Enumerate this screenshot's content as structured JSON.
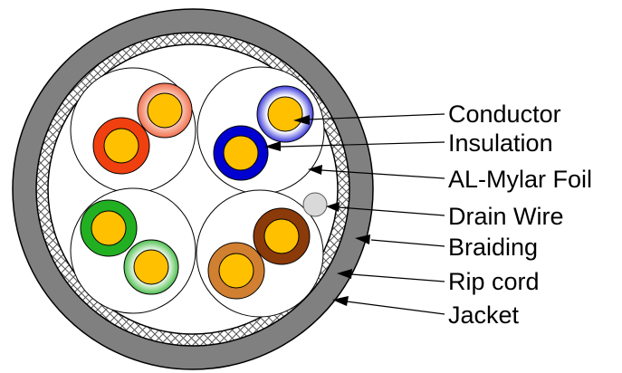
{
  "labels": {
    "conductor": "Conductor",
    "insulation": "Insulation",
    "foil": "AL-Mylar Foil",
    "drain": "Drain Wire",
    "braiding": "Braiding",
    "ripcord": "Rip cord",
    "jacket": "Jacket"
  },
  "colors": {
    "jacket": "#808080",
    "braid_bg": "#ffffff",
    "braid_line": "#555555",
    "conductor": "#FFC000",
    "drain": "#d9d9d9",
    "pair_blue_a": "#3b3bdb",
    "pair_blue_b": "#0000d0",
    "pair_orange_a": "#f08060",
    "pair_orange_b": "#f04010",
    "pair_green_a": "#22b022",
    "pair_green_b": "#90d090",
    "pair_brown_a": "#8b3a0a",
    "pair_brown_b": "#d08030"
  }
}
